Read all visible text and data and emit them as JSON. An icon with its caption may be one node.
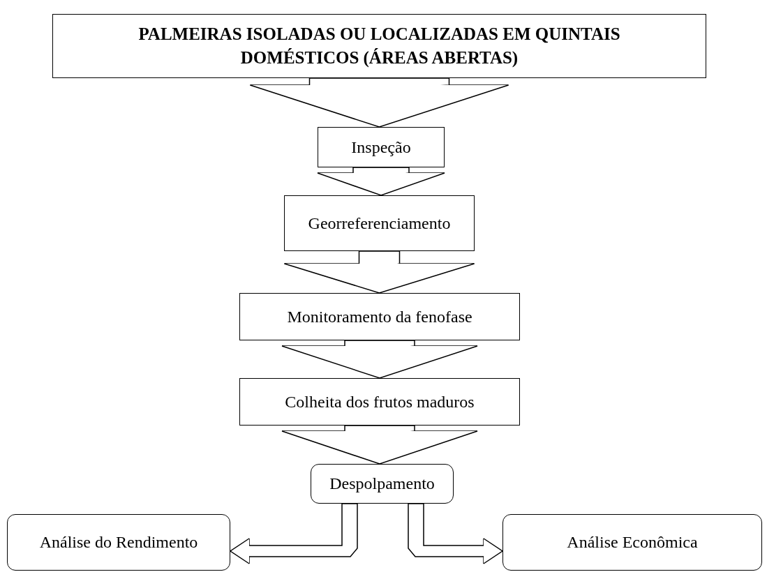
{
  "diagram": {
    "nodes": [
      {
        "text": [
          "PALMEIRAS ISOLADAS OU LOCALIZADAS EM QUINTAIS DOMÉSTICOS (ÁREAS ABERTAS)"
        ]
      },
      {
        "text": [
          "Inspeção"
        ]
      },
      {
        "text": [
          "Georreferenciamento"
        ]
      },
      {
        "text": [
          "Monitoramento da fenofase"
        ]
      },
      {
        "text": [
          "Colheita dos frutos maduros"
        ]
      },
      {
        "text": [
          "Despolpamento"
        ]
      },
      {
        "text": [
          "Análise do Rendimento"
        ]
      },
      {
        "text": [
          "Análise Econômica"
        ]
      }
    ],
    "edges": [
      {
        "from": 0,
        "to": 1,
        "arrow": "to"
      },
      {
        "from": 1,
        "to": 2,
        "arrow": "to"
      },
      {
        "from": 2,
        "to": 3,
        "arrow": "to"
      },
      {
        "from": 3,
        "to": 4,
        "arrow": "to"
      },
      {
        "from": 4,
        "to": 5,
        "arrow": "to"
      },
      {
        "from": 5,
        "to": 6,
        "arrow": "to"
      },
      {
        "from": 5,
        "to": 7,
        "arrow": "to"
      }
    ]
  }
}
